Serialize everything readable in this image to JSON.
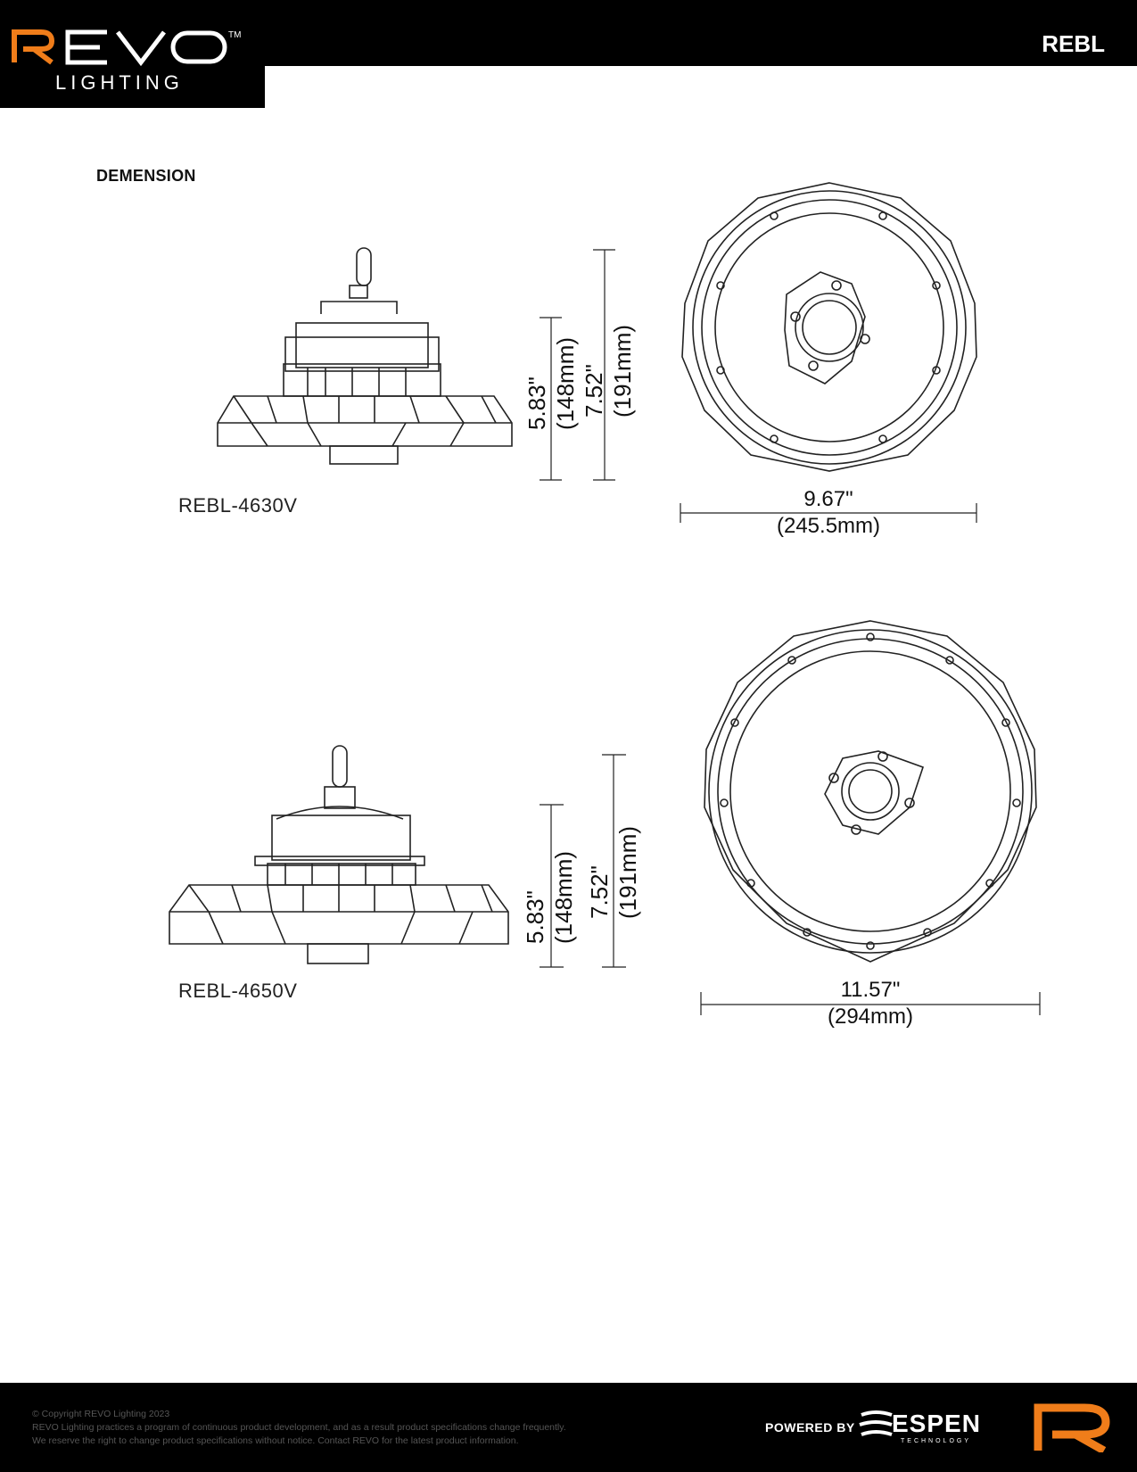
{
  "header": {
    "logo_sub": "LIGHTING",
    "product_code": "REBL",
    "logo_colors": {
      "accent": "#f07d1a",
      "text": "#ffffff"
    }
  },
  "section": {
    "title": "DEMENSION"
  },
  "models": [
    {
      "label": "REBL-4630V",
      "width_in": "9.67\"",
      "width_mm": "(245.5mm)",
      "h1_in": "5.83\"",
      "h1_mm": "(148mm)",
      "h2_in": "7.52\"",
      "h2_mm": "(191mm)"
    },
    {
      "label": "REBL-4650V",
      "width_in": "11.57\"",
      "width_mm": "(294mm)",
      "h1_in": "5.83\"",
      "h1_mm": "(148mm)",
      "h2_in": "7.52\"",
      "h2_mm": "(191mm)"
    }
  ],
  "footer": {
    "copyright": "© Copyright REVO Lighting 2023",
    "line2": "REVO Lighting practices a program of continuous product development, and as a result product specifications change frequently.",
    "line3": "We reserve the right to change product specifications without notice. Contact REVO for the latest product information.",
    "powered_by": "POWERED BY",
    "partner_logo": "ESPEN",
    "partner_tagline": "TECHNOLOGY"
  }
}
